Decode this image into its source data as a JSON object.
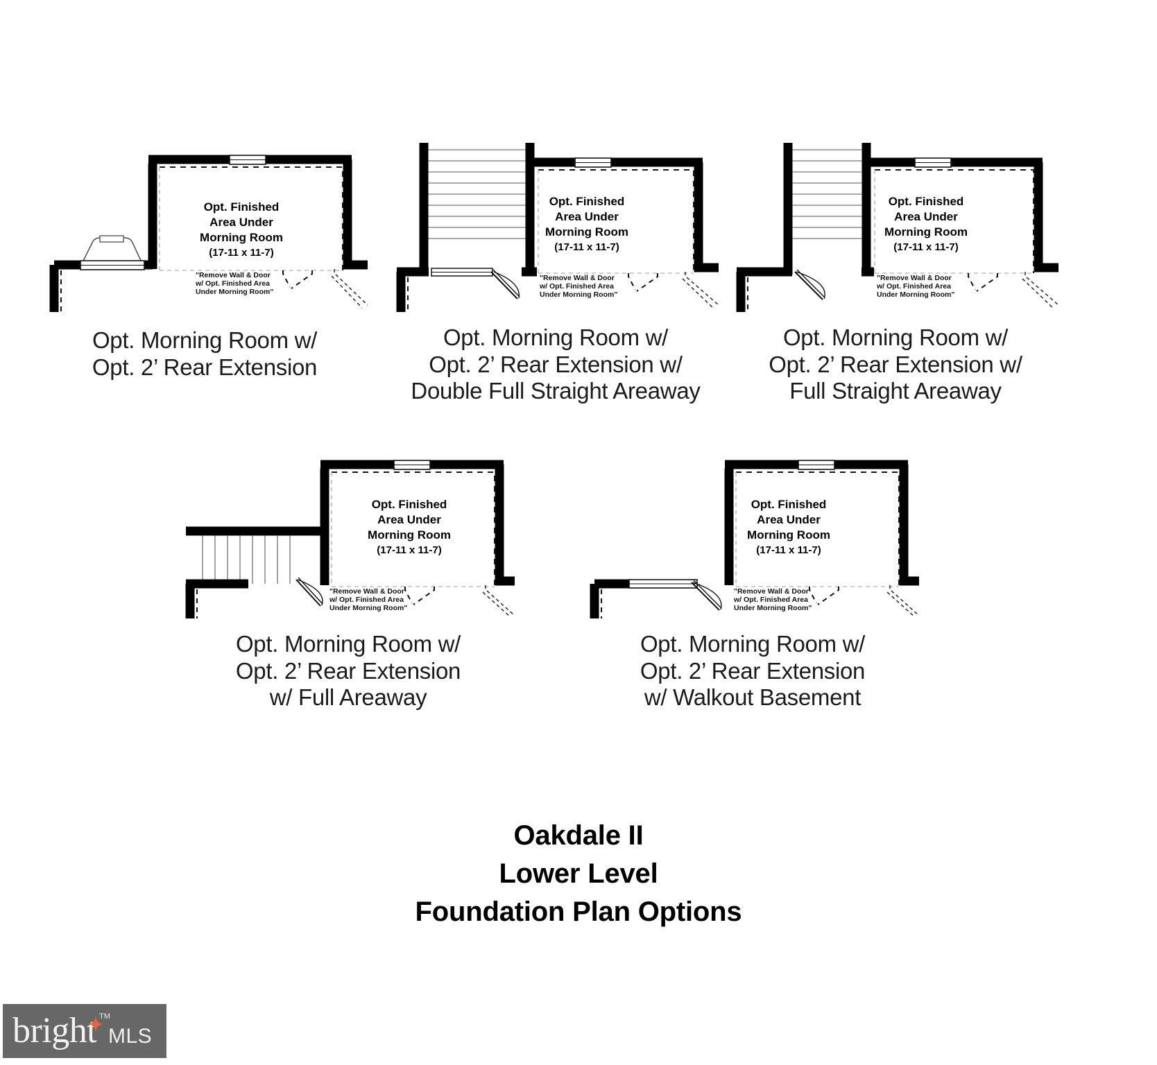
{
  "document": {
    "title_lines": [
      "Oakdale II",
      "Lower Level",
      "Foundation Plan Options"
    ]
  },
  "room_label": {
    "line1": "Opt. Finished",
    "line2": "Area Under",
    "line3": "Morning Room",
    "dimensions": "(17-11 x 11-7)"
  },
  "note": {
    "line1": "\"Remove Wall & Door",
    "line2": "w/ Opt. Finished Area",
    "line3": "Under Morning Room\""
  },
  "plans": [
    {
      "id": "plan-1",
      "caption": "Opt. Morning Room w/\nOpt. 2’ Rear Extension",
      "caption_lines": [
        "Opt. Morning Room w/",
        "Opt. 2’ Rear Extension"
      ],
      "feature": "bay-window-areaway"
    },
    {
      "id": "plan-2",
      "caption": "Opt. Morning Room w/\nOpt. 2’ Rear Extension w/\nDouble Full Straight Areaway",
      "caption_lines": [
        "Opt. Morning Room w/",
        "Opt. 2’ Rear Extension w/",
        "Double Full Straight Areaway"
      ],
      "feature": "double-full-straight-areaway"
    },
    {
      "id": "plan-3",
      "caption": "Opt. Morning Room w/\nOpt. 2’ Rear Extension w/\nFull Straight Areaway",
      "caption_lines": [
        "Opt. Morning Room w/",
        "Opt. 2’ Rear Extension w/",
        "Full Straight Areaway"
      ],
      "feature": "full-straight-areaway"
    },
    {
      "id": "plan-4",
      "caption": "Opt. Morning Room w/\nOpt. 2’ Rear Extension\nw/ Full Areaway",
      "caption_lines": [
        "Opt. Morning Room w/",
        "Opt. 2’ Rear Extension",
        "w/ Full Areaway"
      ],
      "feature": "full-areaway"
    },
    {
      "id": "plan-5",
      "caption": "Opt. Morning Room w/\nOpt. 2’ Rear Extension\nw/ Walkout Basement",
      "caption_lines": [
        "Opt. Morning Room w/",
        "Opt. 2’ Rear Extension",
        "w/ Walkout Basement"
      ],
      "feature": "walkout-basement"
    }
  ],
  "watermark": {
    "brand": "bright",
    "trademark": "TM",
    "suffix": "MLS",
    "background_color": "#676767",
    "accent_color": "#e8653a",
    "text_color": "#f2f2f2"
  },
  "colors": {
    "wall": "#000000",
    "background": "#ffffff",
    "text": "#000000",
    "dashed_line": "#2a2a2a",
    "light_line": "#b9b9b9"
  }
}
